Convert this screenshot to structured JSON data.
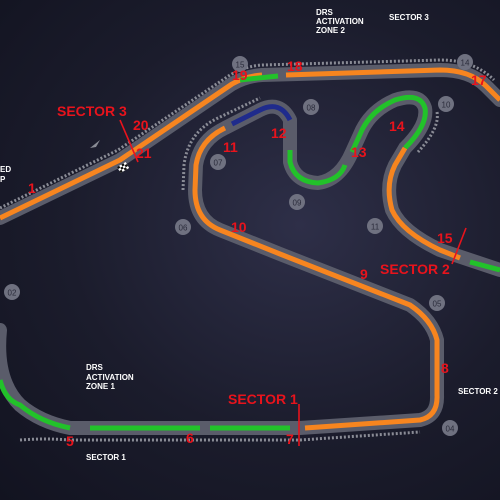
{
  "colors": {
    "background": "#1b1c2c",
    "track_base": "#5a5c6a",
    "kerb": "#8a8c96",
    "speed_orange": "#f7851f",
    "speed_green": "#22c22a",
    "speed_blue": "#1f2b8c",
    "label_red": "#e8131c",
    "label_white": "#ffffff",
    "marker_grey": "#6f7180"
  },
  "map": {
    "sector_labels": [
      {
        "id": "sector-1",
        "text": "SECTOR 1"
      },
      {
        "id": "sector-2",
        "text": "SECTOR 2"
      },
      {
        "id": "sector-3",
        "text": "SECTOR 3"
      }
    ],
    "info_labels": [
      {
        "id": "drs-zone-1-l1",
        "text": "DRS"
      },
      {
        "id": "drs-zone-1-l2",
        "text": "ACTIVATION"
      },
      {
        "id": "drs-zone-1-l3",
        "text": "ZONE 1"
      },
      {
        "id": "drs-zone-2-l1",
        "text": "DRS"
      },
      {
        "id": "drs-zone-2-l2",
        "text": "ACTIVATION"
      },
      {
        "id": "drs-zone-2-l3",
        "text": "ZONE 2"
      },
      {
        "id": "sector-3-top",
        "text": "SECTOR 3"
      },
      {
        "id": "sector-1-bottom",
        "text": "SECTOR 1"
      },
      {
        "id": "sector-2-right",
        "text": "SECTOR 2"
      },
      {
        "id": "speed-trap-l1",
        "text": "ED"
      },
      {
        "id": "speed-trap-l2",
        "text": "P"
      }
    ],
    "turn_numbers": [
      "1",
      "5",
      "6",
      "7",
      "8",
      "9",
      "10",
      "11",
      "12",
      "13",
      "14",
      "15",
      "17",
      "18",
      "19",
      "20",
      "21"
    ],
    "marker_numbers": [
      "02",
      "04",
      "05",
      "06",
      "07",
      "08",
      "09",
      "10",
      "11",
      "14",
      "15"
    ],
    "start_finish_icon": "checkered-flag-icon"
  }
}
